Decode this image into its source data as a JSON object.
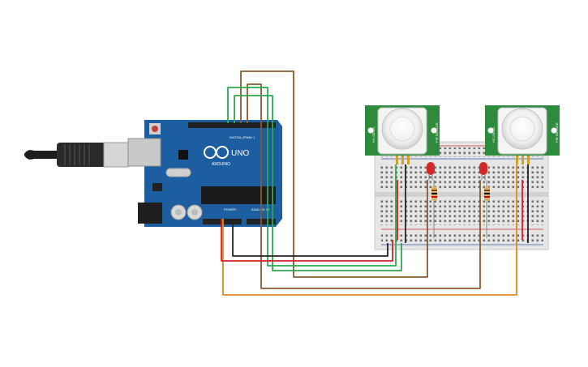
{
  "board": {
    "brand": "ARDUINO",
    "model": "UNO",
    "header_digital": "DIGITAL (PWM~)",
    "header_power": "POWER",
    "header_analog": "ANALOG IN",
    "body_color": "#1c5ea0"
  },
  "pir_sensor_1": {
    "label_left": "HC-SR501",
    "label_right": "PIR SENSOR"
  },
  "pir_sensor_2": {
    "label_left": "HC-SR501",
    "label_right": "PIR SENSOR"
  },
  "components": [
    {
      "kind": "led",
      "color": "red"
    },
    {
      "kind": "led",
      "color": "red"
    },
    {
      "kind": "resistor"
    },
    {
      "kind": "resistor"
    },
    {
      "kind": "usb-cable"
    },
    {
      "kind": "breadboard"
    }
  ],
  "wire_colors": {
    "brown": "#8b5a2b",
    "green": "#2fa84f",
    "orange": "#e3861f",
    "red": "#d42020",
    "black": "#222222"
  }
}
